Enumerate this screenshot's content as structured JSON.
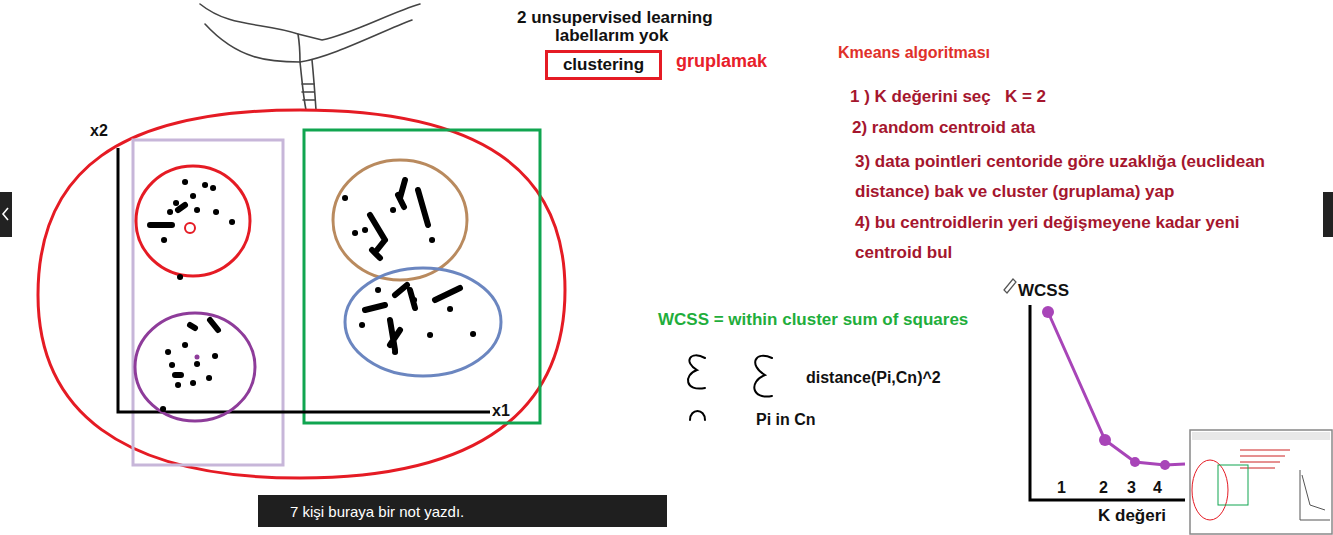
{
  "diagram": {
    "nodes": [
      {
        "text": [
          "clustering"
        ]
      },
      {
        "text": [
          "7 kişi buraya bir not yazdı."
        ]
      }
    ],
    "labels": [
      "2 unsupervised learning",
      "labellarım yok",
      "gruplamak",
      "Kmeans algoritması",
      "1 ) K değerini seç   K = 2",
      "2) random centroid ata",
      "3) data pointleri centoride göre uzaklığa (euclidean distance) bak ve cluster (gruplama) yap",
      "4) bu centroidlerin yeri değişmeyene kadar yeni centroid bul",
      "x2",
      "x1",
      "WCSS = within cluster sum of squares",
      "distance(Pi,Cn)^2",
      "Pi in Cn",
      "WCSS",
      "1",
      "2",
      "3",
      "4",
      "K değeri"
    ]
  }
}
